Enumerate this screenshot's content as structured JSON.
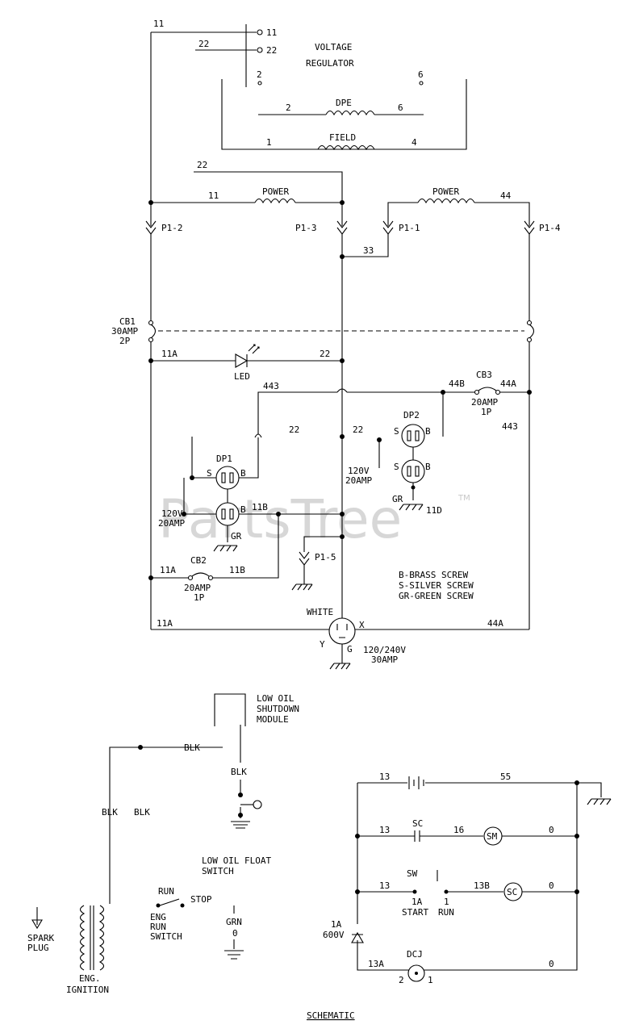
{
  "labels": {
    "w11_top": "11",
    "t11": "11",
    "w22_top": "22",
    "t22": "22",
    "vr1": "VOLTAGE",
    "vr2": "REGULATOR",
    "vr_2": "2",
    "vr_6": "6",
    "dpe": "DPE",
    "dpe_l": "2",
    "dpe_r": "6",
    "field": "FIELD",
    "field_l": "1",
    "field_r": "4",
    "w22_mid": "22",
    "power1": "POWER",
    "w11_mid": "11",
    "power2": "POWER",
    "w44": "44",
    "p12": "P1-2",
    "p13": "P1-3",
    "p11": "P1-1",
    "p14": "P1-4",
    "w33": "33",
    "cb1a": "CB1",
    "cb1b": "30AMP",
    "cb1c": "2P",
    "w11a_led": "11A",
    "led": "LED",
    "w22_led": "22",
    "w44b": "44B",
    "cb3": "CB3",
    "w44a_cb3": "44A",
    "cb3_amp": "20AMP",
    "cb3_p": "1P",
    "w443": "443",
    "w22_c1": "22",
    "w22_c2": "22",
    "dp2": "DP2",
    "s_dp2a": "S",
    "b_dp2a": "B",
    "s_dp2b": "S",
    "b_dp2b": "B",
    "gr_dp2": "GR",
    "w11d": "11D",
    "dp1": "DP1",
    "s_dp1a": "S",
    "b_dp1a": "B",
    "b_dp1b": "B",
    "amp120a": "120V",
    "amp120b": "20AMP",
    "gr_dp1": "GR",
    "w11b_a": "11B",
    "amp120c": "120V",
    "amp120d": "20AMP",
    "p15": "P1-5",
    "w11a_cb2": "11A",
    "cb2": "CB2",
    "cb2_amp": "20AMP",
    "cb2_p": "1P",
    "w11b_b": "11B",
    "legend1": "B-BRASS SCREW",
    "legend2": "S-SILVER SCREW",
    "legend3": "GR-GREEN SCREW",
    "white": "WHITE",
    "w11a_bot": "11A",
    "w44a_bot": "44A",
    "rec_x": "X",
    "rec_y": "Y",
    "rec_g": "G",
    "rec_v": "120/240V",
    "rec_a": "30AMP",
    "lo1": "LOW OIL",
    "lo2": "SHUTDOWN",
    "lo3": "MODULE",
    "blk1": "BLK",
    "blk2": "BLK",
    "blk3": "BLK",
    "blk4": "BLK",
    "lf1": "LOW OIL FLOAT",
    "lf2": "SWITCH",
    "run": "RUN",
    "stop": "STOP",
    "eng1": "ENG",
    "eng2": "RUN",
    "eng3": "SWITCH",
    "grn": "GRN",
    "grn0": "0",
    "sp1": "SPARK",
    "sp2": "PLUG",
    "ei1": "ENG.",
    "ei2": "IGNITION",
    "w13a": "13",
    "w55": "55",
    "w13b": "13",
    "sc": "SC",
    "w16": "16",
    "sm": "SM",
    "w0a": "0",
    "sw": "SW",
    "w13c": "13",
    "w1a": "1A",
    "w1": "1",
    "w13b_": "13B",
    "sc2": "SC",
    "w0b": "0",
    "start": "START",
    "runlbl": "RUN",
    "diode1": "1A",
    "diode2": "600V",
    "w13a_": "13A",
    "dcj": "DCJ",
    "dcj2": "2",
    "dcj1": "1",
    "w0c": "0",
    "title": "SCHEMATIC",
    "watermark": "PartsTree",
    "tm": "TM"
  }
}
